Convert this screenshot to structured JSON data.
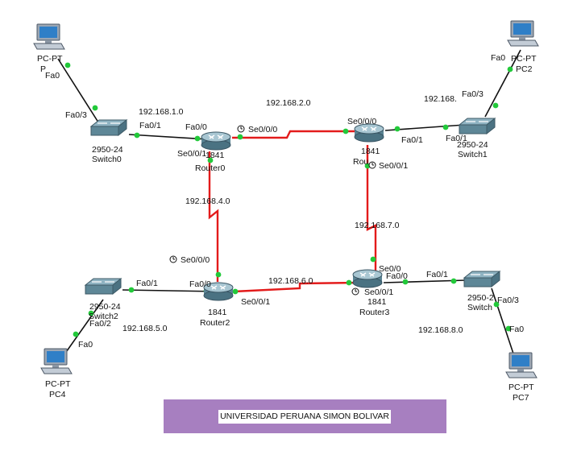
{
  "banner": {
    "text": "UNIVERSIDAD PERUANA SIMON BOLIVAR"
  },
  "colors": {
    "serial_link": "#e31b1b",
    "ethernet_link": "#111111",
    "port_up": "#22c93a",
    "banner_bg": "#a77fc0"
  },
  "devices": {
    "pc0": {
      "type": "PC-PT",
      "name": "P"
    },
    "pc2": {
      "type": "PC-PT",
      "name": "PC2"
    },
    "pc4": {
      "type": "PC-PT",
      "name": "PC4"
    },
    "pc7": {
      "type": "PC-PT",
      "name": "PC7"
    },
    "switch0": {
      "model": "2950-24",
      "name": "Switch0"
    },
    "switch1": {
      "model": "2950-24",
      "name": "Switch1"
    },
    "switch2": {
      "model": "2950-24",
      "name": "Switch2"
    },
    "switch3": {
      "model": "2950-2",
      "name": "Switch"
    },
    "router0": {
      "model": "1841",
      "name": "Router0"
    },
    "router1": {
      "model": "1841",
      "name": "Rou"
    },
    "router2": {
      "model": "1841",
      "name": "Router2"
    },
    "router3": {
      "model": "1841",
      "name": "Router3"
    }
  },
  "networks": [
    "192.168.1.0",
    "192.168.2.0",
    "192.168.",
    "192.168.4.0",
    "192.168.7.0",
    "192.168.6.0",
    "192.168.5.0",
    "192.168.8.0"
  ],
  "ports": [
    "Fa0",
    "Fa0/3",
    "Fa0/1",
    "Fa0/0",
    "Se0/0/0",
    "Se0/0/1",
    "Fa0",
    "Fa0/3",
    "Se0/0/0",
    "Fa0/1",
    "Fa0/1",
    "Se0/0/1",
    "Se0/0/0",
    "Fa0/1",
    "Fa0/0",
    "Fa0/2",
    "Fa0",
    "Se0/0/1",
    "Se0/0",
    "Se0/0/1",
    "Fa0/1",
    "Fa0/3",
    "Fa0",
    "Fa0/0"
  ]
}
